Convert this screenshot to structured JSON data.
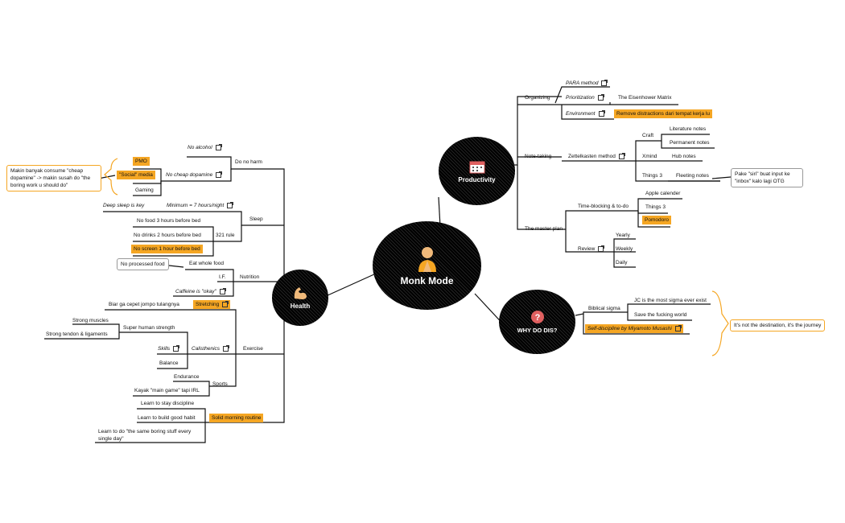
{
  "center": {
    "label": "Monk Mode",
    "icon": "monk-icon"
  },
  "productivity": {
    "label": "Productivity",
    "icon": "calendar-icon",
    "organizing": "Organizing",
    "para": "PARA method",
    "prioritization": "Prioritization",
    "eisenhower": "The Eisenhower Matrix",
    "environment": "Environment",
    "remove_distractions": "Remove distractions dari tempat kerja lu",
    "note_taking": "Note-taking",
    "zettelkasten": "Zettelkasten method",
    "craft": "Craft",
    "literature": "Literature notes",
    "permanent": "Permanent notes",
    "xmind": "Xmind",
    "hub": "Hub notes",
    "things3_a": "Things 3",
    "fleeting": "Fleeting notes",
    "fleeting_callout": "Pake \"siri\" buat input ke \"inbox\" kalo lagi OTG",
    "master_plan": "The master plan",
    "timeblocking": "Time-blocking & to-do",
    "apple_cal": "Apple calender",
    "things3_b": "Things 3",
    "pomodoro": "Pomodoro",
    "review": "Review",
    "yearly": "Yearly",
    "weekly": "Weekly",
    "daily": "Daily"
  },
  "why": {
    "label": "WHY DO DIS?",
    "icon": "question-icon",
    "biblical": "Biblical sigma",
    "jc": "JC is the most sigma ever exist",
    "save": "Save the fucking world",
    "self_discipline": "Self-discipline by Miyamoto Musashi",
    "journey": "It's not the destination, it's the journey"
  },
  "health": {
    "label": "Health",
    "icon": "muscle-icon",
    "do_no_harm": "Do no harm",
    "no_alcohol": "No alcohol",
    "no_cheap_dopamine": "No cheap dopamine",
    "pmo": "PMO",
    "social_media": "\"Social\" media",
    "gaming": "Gaming",
    "dopamine_callout": "Makin banyak consume \"cheap dopamine\" -> makin susah do \"the boring work u should do\"",
    "sleep": "Sleep",
    "minimum": "Minimum = 7 hours/night",
    "deep_sleep": "Deep sleep is key",
    "rule321": "321 rule",
    "no_food": "No food 3 hours before bed",
    "no_drinks": "No drinks 2 hours before bed",
    "no_screen": "No screen 1 hour before bed",
    "nutrition": "Nutrition",
    "eat_whole": "Eat whole food",
    "no_processed": "No processed food",
    "if": "I.F.",
    "caffeine": "Caffeine is \"okay\"",
    "exercise": "Exercise",
    "stretching": "Stretching",
    "biar": "Biar ga cepet jompo tulangnya",
    "calisthenics": "Calisthenics",
    "super_strength": "Super human strength",
    "strong_muscles": "Strong muscles",
    "strong_tendon": "Strong tendon & ligaments",
    "skills": "Skills",
    "balance": "Balance",
    "sports": "Sports",
    "endurance": "Endurance",
    "kayak": "Kayak \"main game\" tapi IRL",
    "morning": "Solid morning routine",
    "learn1": "Learn to stay discipline",
    "learn2": "Learn to build good habit",
    "learn3": "Learn to do \"the same boring stuff every single day\""
  },
  "colors": {
    "highlight": "#f5a623",
    "node": "#000000",
    "line": "#111111"
  }
}
